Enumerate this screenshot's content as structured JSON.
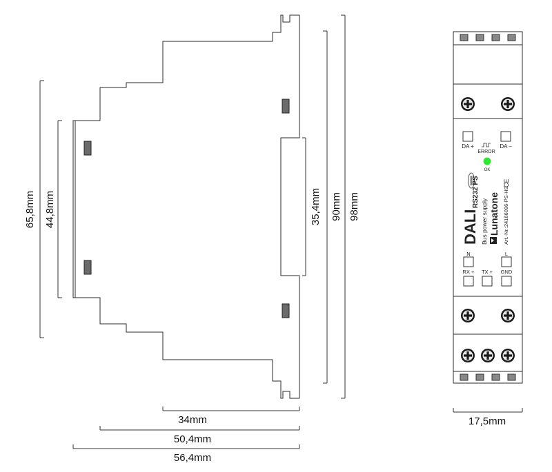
{
  "dimensions": {
    "side_height_65_8": "65,8mm",
    "side_height_44_8": "44,8mm",
    "rail_height_35_4": "35,4mm",
    "height_90": "90mm",
    "height_98": "98mm",
    "depth_34": "34mm",
    "depth_50_4": "50,4mm",
    "depth_56_4": "56,4mm",
    "width_17_5": "17,5mm"
  },
  "front_labels": {
    "da_plus": "DA +",
    "error": "ERROR",
    "da_minus": "DA –",
    "ok": "OK",
    "brand_dali": "DALI",
    "model": "RS232 PS",
    "subtitle": "Bus power supply",
    "brand": "Lunatone",
    "article_number": "Art.-Nr.:24166096-PS-HS",
    "ce_mark": "CE",
    "n_terminal": "N",
    "l_terminal": "L",
    "rx": "RX +",
    "tx": "TX +",
    "gnd": "GND"
  },
  "colors": {
    "ok_led": "#33e633",
    "outline": "#2a2a2a",
    "clip": "#6b6b6b"
  }
}
